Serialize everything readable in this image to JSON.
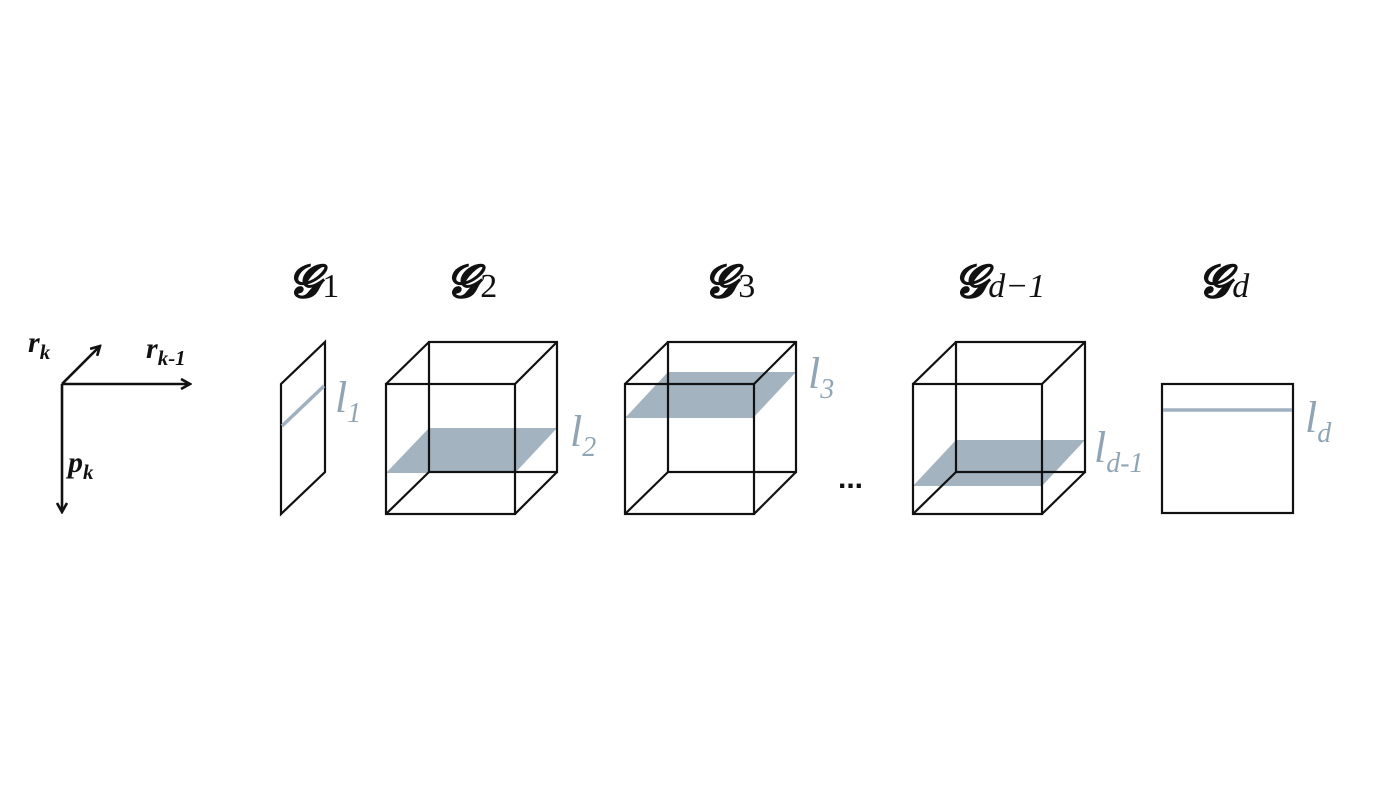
{
  "axes": {
    "r_k": {
      "base": "r",
      "sub": "k"
    },
    "r_k_minus_1": {
      "base": "r",
      "sub": "k-1"
    },
    "p_k": {
      "base": "p",
      "sub": "k"
    }
  },
  "cores": [
    {
      "symbol": "𝓖",
      "index": "1",
      "slice_label": {
        "base": "l",
        "sub": "1"
      }
    },
    {
      "symbol": "𝓖",
      "index": "2",
      "slice_label": {
        "base": "l",
        "sub": "2"
      }
    },
    {
      "symbol": "𝓖",
      "index": "3",
      "slice_label": {
        "base": "l",
        "sub": "3"
      }
    },
    {
      "symbol": "𝓖",
      "index": "d−1",
      "slice_label": {
        "base": "l",
        "sub": "d-1"
      }
    },
    {
      "symbol": "𝓖",
      "index": "d",
      "slice_label": {
        "base": "l",
        "sub": "d"
      }
    }
  ],
  "ellipsis": "...",
  "colors": {
    "edge": "#111111",
    "slice": "#a3b3bf",
    "label": "#8fa5b6"
  }
}
